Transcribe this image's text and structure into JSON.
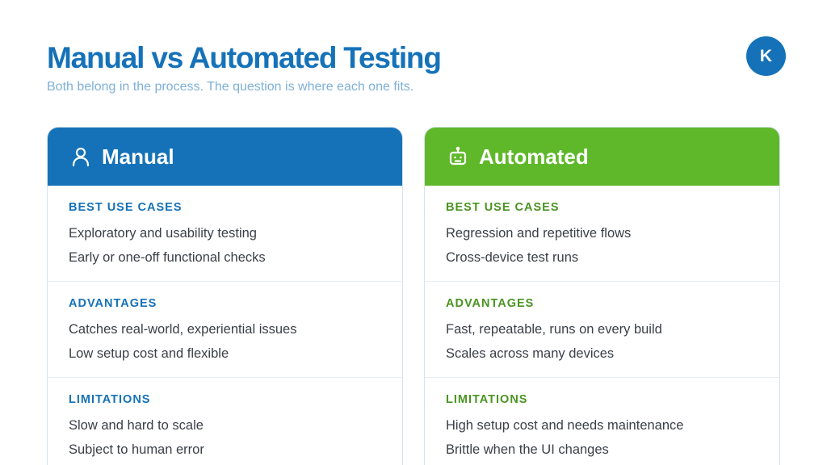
{
  "header": {
    "title": "Manual vs Automated Testing",
    "subtitle": "Both belong in the process. The question is where each one fits.",
    "avatar_letter": "K"
  },
  "colors": {
    "manual_accent": "#1572b8",
    "automated_accent": "#5fb82a",
    "automated_text": "#4a9421"
  },
  "manual": {
    "icon": "person-icon",
    "heading": "Manual",
    "sections": [
      {
        "title": "BEST USE CASES",
        "items": [
          "Exploratory and usability testing",
          "Early or one-off functional checks"
        ]
      },
      {
        "title": "ADVANTAGES",
        "items": [
          "Catches real-world, experiential issues",
          "Low setup cost and flexible"
        ]
      },
      {
        "title": "LIMITATIONS",
        "items": [
          "Slow and hard to scale",
          "Subject to human error"
        ]
      }
    ]
  },
  "automated": {
    "icon": "robot-icon",
    "heading": "Automated",
    "sections": [
      {
        "title": "BEST USE CASES",
        "items": [
          "Regression and repetitive flows",
          "Cross-device test runs"
        ]
      },
      {
        "title": "ADVANTAGES",
        "items": [
          "Fast, repeatable, runs on every build",
          "Scales across many devices"
        ]
      },
      {
        "title": "LIMITATIONS",
        "items": [
          "High setup cost and needs maintenance",
          "Brittle when the UI changes"
        ]
      }
    ]
  }
}
